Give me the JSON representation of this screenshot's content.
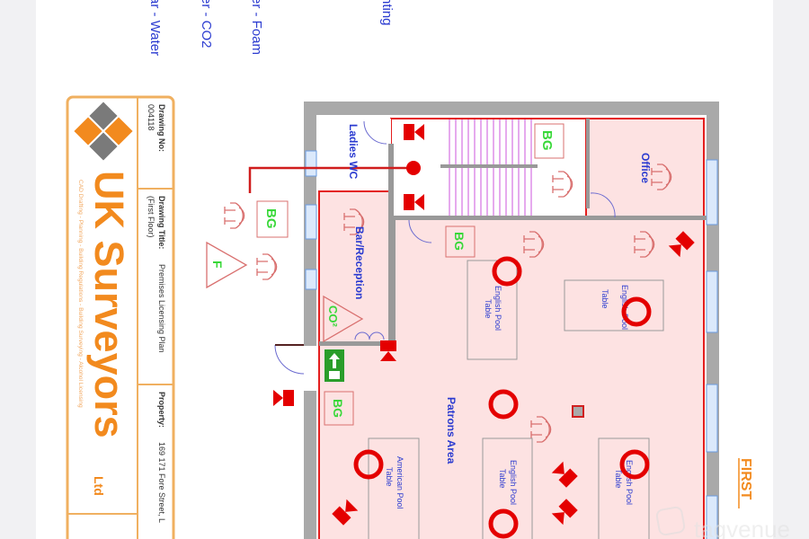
{
  "legend": {
    "water": "ar - Water",
    "co2": "er - CO2",
    "foam": "er - Foam",
    "lighting": "hting"
  },
  "title_block": {
    "company": "UK Surveyors",
    "company_suffix": "Ltd",
    "tagline": "CAD Drafting - Planning - Building Regulations - Building Surveying - Alcohol Licensing",
    "drawing_no_label": "Drawing No:",
    "drawing_no": "004118",
    "drawing_title_label": "Drawing Title:",
    "drawing_title": "Premises Licensing Plan",
    "drawing_subtitle": "(First Floor)",
    "property_label": "Property:",
    "property": "169 171 Fore Street, L",
    "brand_colors": {
      "orange": "#f28a1e",
      "gray": "#7a7a7a"
    }
  },
  "plan": {
    "rooms": {
      "ladies_wc": "Ladies WC",
      "office": "Office",
      "bar_reception": "Bar/Reception",
      "patrons_area": "Patrons Area"
    },
    "tables": [
      {
        "line1": "English Pool",
        "line2": "Table"
      },
      {
        "line1": "English Pool",
        "line2": "Table"
      },
      {
        "line1": "American Pool",
        "line2": "Table"
      },
      {
        "line1": "English Pool",
        "line2": "Table"
      },
      {
        "line1": "English Pool",
        "line2": "Table"
      }
    ],
    "symbols": {
      "bg": "BG",
      "foam": "F",
      "co2": "CO²"
    },
    "floor_label": "FIRST",
    "colors": {
      "zone_fill": "#fde2e2",
      "zone_border": "#e41e1e",
      "wall": "#a9a9a9"
    }
  },
  "watermark": "tagvenue"
}
